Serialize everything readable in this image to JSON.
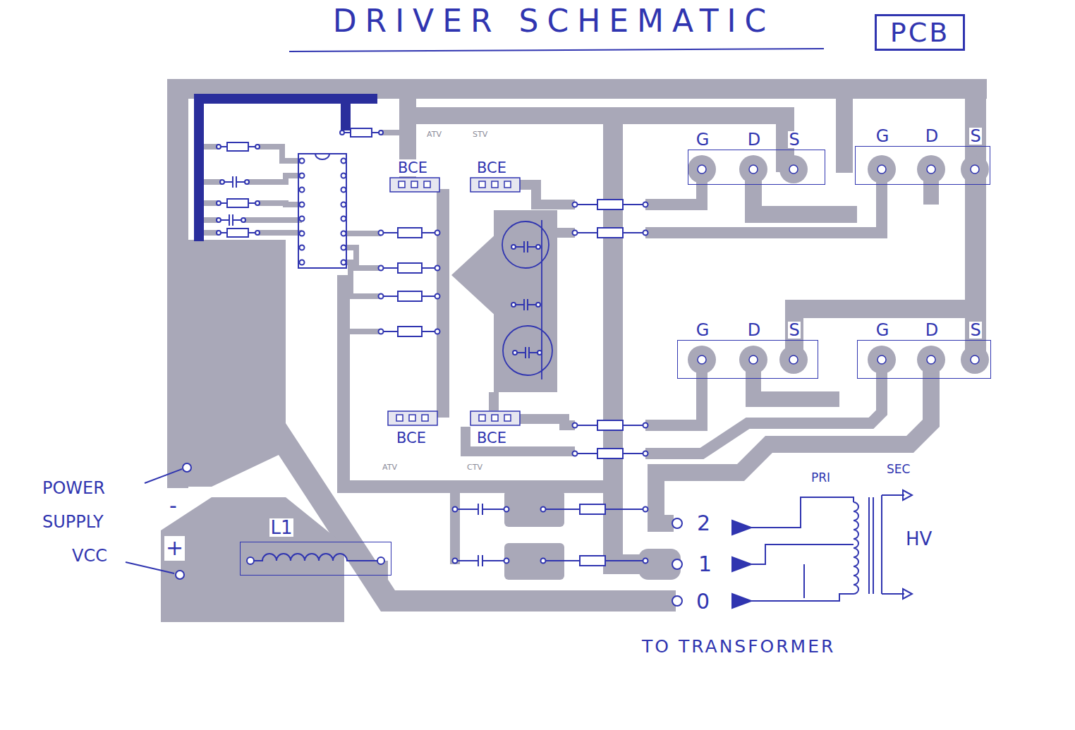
{
  "diagram": {
    "title": "DRIVER SCHEMATIC",
    "nodes": [
      {
        "text": [
          "PCB"
        ]
      },
      {
        "text": [
          "G",
          "D",
          "S"
        ]
      },
      {
        "text": [
          "G",
          "D",
          "S"
        ]
      },
      {
        "text": [
          "G",
          "D",
          "S"
        ]
      },
      {
        "text": [
          "G",
          "D",
          "S"
        ]
      },
      {
        "text": [
          "L1"
        ]
      }
    ],
    "labels": [
      "ATV",
      "STV",
      "BCE",
      "BCE",
      "BCE",
      "BCE",
      "ATV",
      "CTV",
      "POWER SUPPLY",
      "VCC",
      "-",
      "+",
      "2",
      "1",
      "0",
      "PRI",
      "SEC",
      "HV",
      "TO TRANSFORMER"
    ]
  }
}
